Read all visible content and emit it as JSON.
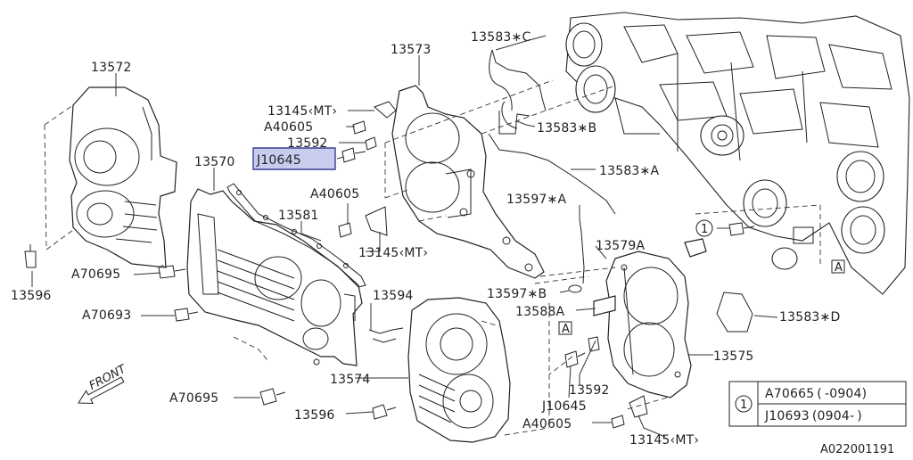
{
  "diagram": {
    "labels": {
      "p13572": "13572",
      "p13573": "13573",
      "p13583c": "13583∗C",
      "p13145mt_top": "13145‹MT›",
      "a40605_top": "A40605",
      "p13592_top": "13592",
      "j10645_top": "J10645",
      "p13583b": "13583∗B",
      "p13583a": "13583∗A",
      "p13570": "13570",
      "a40605_mid": "A40605",
      "p13581": "13581",
      "p13597a": "13597∗A",
      "p13145mt_mid": "13145‹MT›",
      "p13579a": "13579A",
      "p13596_left": "13596",
      "a70695_mid": "A70695",
      "p13597b": "13597∗B",
      "p13588a": "13588A",
      "p13594": "13594",
      "a70693": "A70693",
      "p13583d": "13583∗D",
      "p13575": "13575",
      "front": "FRONT",
      "p13574": "13574",
      "p13592_bot": "13592",
      "a70695_bot": "A70695",
      "j10645_bot": "J10645",
      "p13596_bot": "13596",
      "a40605_bot": "A40605",
      "p13145mt_bot": "13145‹MT›",
      "callout_a_mid": "A",
      "callout_a_right": "A",
      "circle_one": "1",
      "diagram_id": "A022001191"
    },
    "legend": {
      "marker": "1",
      "rows": [
        "A70665 ( -0904)",
        "J10693 (0904- )"
      ]
    },
    "highlight_color": "#c8cdf0"
  }
}
